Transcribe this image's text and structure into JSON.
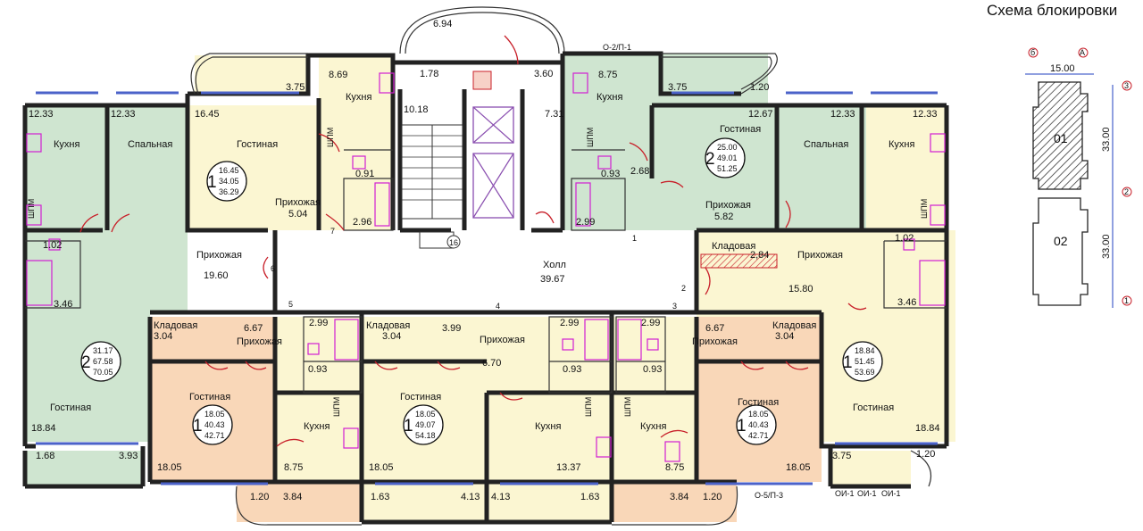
{
  "title": "Схема блокировки",
  "colors": {
    "green": "#cfe5d0",
    "yellow": "#fbf6d2",
    "orange": "#f9d7b8",
    "white": "#ffffff",
    "wall": "#222222",
    "door": "#c8202a",
    "fixture": "#d21ed2",
    "window": "#4b62c9"
  },
  "labels": {
    "kitchen": "Кухня",
    "bedroom": "Спальная",
    "living": "Гостиная",
    "hallway": "Прихожая",
    "storage": "Кладовая",
    "hall": "Холл",
    "shaft": "ШПМ"
  },
  "numbers": {
    "a1": "6.94",
    "a2": "O-2/П-1",
    "a3": "3.75",
    "a4": "8.69",
    "a5": "1.78",
    "a6": "3.60",
    "a7": "8.75",
    "a8": "1.20",
    "a9": "12.33",
    "a10": "12.33",
    "a11": "16.45",
    "a12": "10.18",
    "a13": "7.31",
    "a14": "12.67",
    "a15": "12.33",
    "a16": "12.33",
    "b1": "0.91",
    "b2": "5.04",
    "b3": "2.96",
    "b4": "2.68",
    "b5": "0.93",
    "b6": "2.99",
    "b7": "5.82",
    "b8": "2,84",
    "b9": "1.02",
    "b10": "1.02",
    "b11": "19.60",
    "b12": "3.46",
    "b13": "3.46",
    "b14": "15.80",
    "b15": "39.67",
    "b16": "16",
    "c1": "3.04",
    "c2": "6.67",
    "c3": "2.99",
    "c4": "3.04",
    "c5": "3.99",
    "c6": "6.70",
    "c7": "2.99",
    "c8": "2.99",
    "c9": "6.67",
    "c10": "3.04",
    "c11": "0.93",
    "c12": "0.93",
    "c13": "0.93",
    "d1": "18.84",
    "d2": "18.05",
    "d3": "8.75",
    "d4": "18.05",
    "d5": "13.37",
    "d6": "8.75",
    "d7": "18.05",
    "d8": "18.84",
    "e1": "1.68",
    "e2": "3.93",
    "e3": "1.20",
    "e4": "3.84",
    "e5": "1.63",
    "e6": "4.13",
    "e7": "4.13",
    "e8": "1.63",
    "e9": "3.84",
    "e10": "1.20",
    "e11": "3.75",
    "e12": "1.20",
    "e13": "O-5/П-3",
    "e14": "ОИ-1",
    "e15": "ОИ-1",
    "e16": "ОИ-1",
    "n1": "1",
    "n2": "2",
    "n3": "3",
    "n4": "4",
    "n5": "5",
    "n6": "6",
    "n7": "7"
  },
  "apartments": [
    {
      "rooms": "1",
      "living": "16.45",
      "total": "34.05",
      "gross": "36.29"
    },
    {
      "rooms": "2",
      "living": "25.00",
      "total": "49.01",
      "gross": "51.25"
    },
    {
      "rooms": "2",
      "living": "31.17",
      "total": "67.58",
      "gross": "70.05"
    },
    {
      "rooms": "1",
      "living": "18.84",
      "total": "51.45",
      "gross": "53.69"
    },
    {
      "rooms": "1",
      "living": "18.05",
      "total": "40.43",
      "gross": "42.71"
    },
    {
      "rooms": "1",
      "living": "18.05",
      "total": "49.07",
      "gross": "54.18"
    },
    {
      "rooms": "1",
      "living": "18.05",
      "total": "40.43",
      "gross": "42.71"
    }
  ],
  "scheme": {
    "axis_b": "б",
    "axis_a": "А",
    "width": "15.00",
    "axis_3": "3",
    "axis_2": "2",
    "axis_1": "1",
    "dim1": "33.00",
    "dim2": "33.00",
    "block1": "01",
    "block2": "02"
  }
}
